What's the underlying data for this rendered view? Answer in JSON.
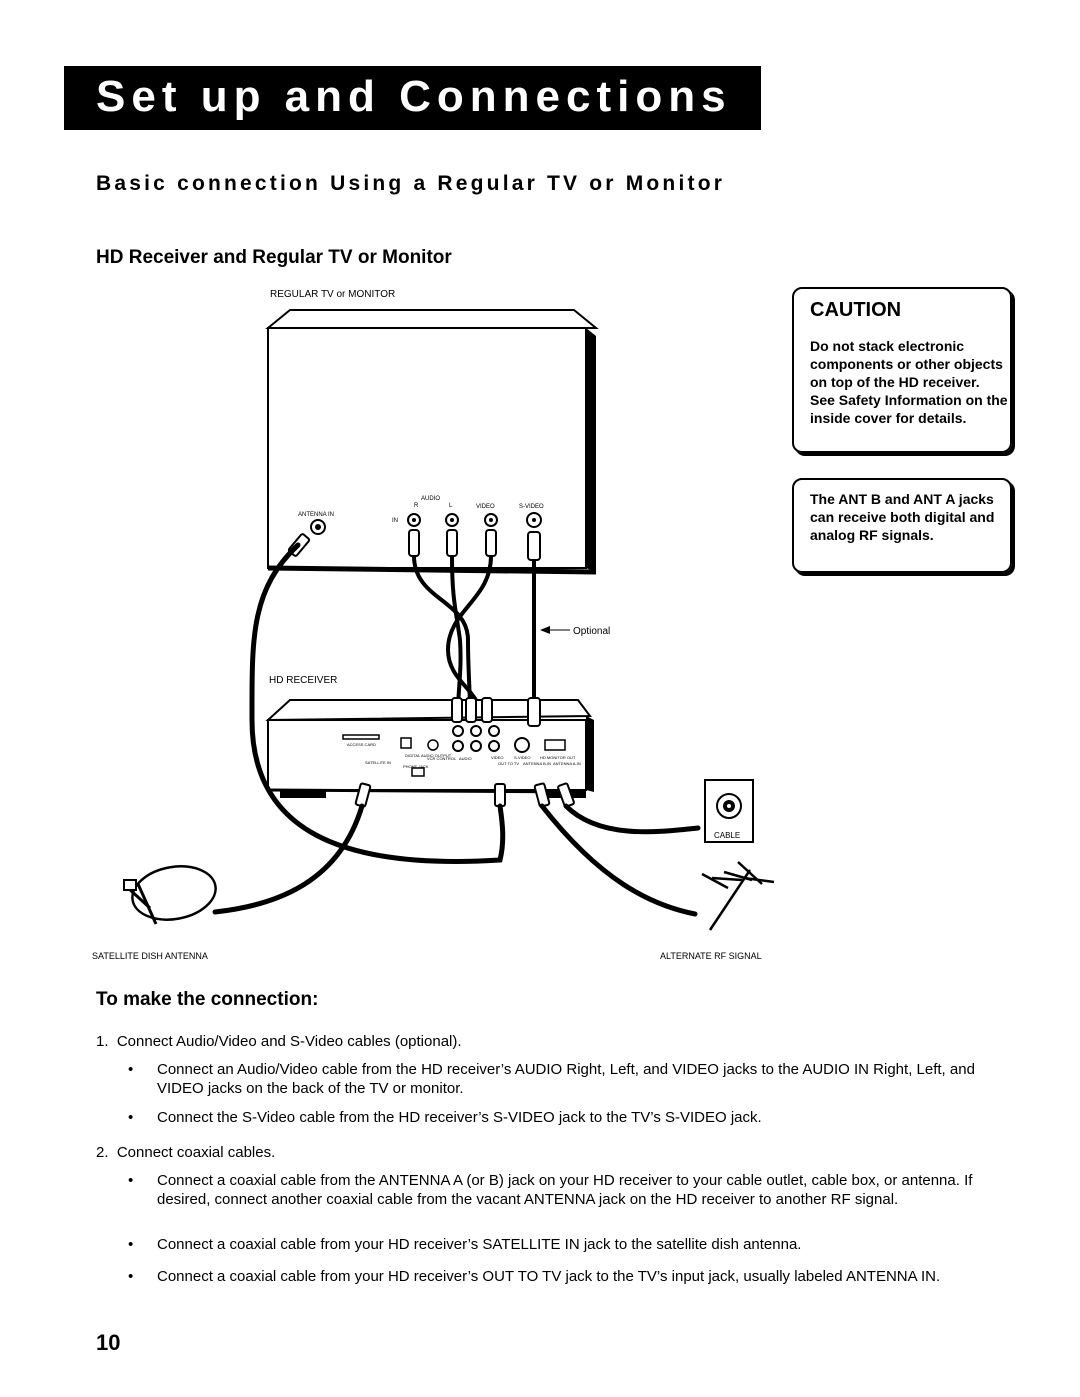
{
  "header": {
    "title": "Set up and Connections"
  },
  "section": {
    "heading": "Basic connection Using a Regular TV or Monitor",
    "subheading": "HD Receiver and Regular TV or Monitor"
  },
  "caution": {
    "title": "CAUTION",
    "text": "Do not stack electronic components or other objects on top of the HD receiver. See Safety Information on the inside cover for details."
  },
  "note": {
    "text": "The ANT B and ANT A jacks can receive both digital and analog RF signals."
  },
  "diagram": {
    "tv_label": "REGULAR TV or MONITOR",
    "tv_jacks": {
      "antenna_in": "ANTENNA IN",
      "in": "IN",
      "audio": "AUDIO",
      "r": "R",
      "l": "L",
      "video": "VIDEO",
      "s_video": "S-VIDEO"
    },
    "optional": "Optional",
    "receiver_label": "HD RECEIVER",
    "receiver_jacks": {
      "access_card": "ACCESS CARD",
      "satellite_in": "SATELLITE IN",
      "digital_audio_output": "DIGITAL AUDIO OUTPUT",
      "vcr_control": "VCR CONTROL",
      "phone_jack": "PHONE JACK",
      "audio": "AUDIO",
      "video": "VIDEO",
      "s_video": "S-VIDEO",
      "out_to_tv": "OUT TO TV",
      "antenna_b": "ANTENNA B-IN",
      "antenna_a": "ANTENNA A-IN",
      "hd_monitor_out": "HD MONITOR OUT"
    },
    "cable_label": "CABLE",
    "satellite_label": "SATELLITE DISH ANTENNA",
    "rf_label": "ALTERNATE RF SIGNAL"
  },
  "connection": {
    "heading": "To make the connection:",
    "step1": "1.  Connect Audio/Video and S-Video cables (optional).",
    "step1_bullets": [
      "Connect an Audio/Video cable from the HD receiver’s AUDIO Right, Left, and VIDEO jacks to the AUDIO IN Right, Left, and VIDEO jacks on the back of the TV or monitor.",
      "Connect the S-Video cable from the HD receiver’s S-VIDEO jack to the TV’s S-VIDEO jack."
    ],
    "step2": "2.  Connect coaxial cables.",
    "step2_bullets": [
      "Connect a coaxial cable from the ANTENNA A (or B) jack on your HD receiver to your cable outlet, cable box, or antenna. If desired, connect another coaxial cable from the vacant ANTENNA jack on the HD receiver to another RF signal.",
      "Connect a coaxial cable from your HD receiver’s SATELLITE IN jack to the satellite dish antenna.",
      "Connect a coaxial cable from your HD receiver’s OUT TO TV jack to the TV’s input jack, usually labeled ANTENNA IN."
    ],
    "bullet_char": "•"
  },
  "page": {
    "number": "10"
  }
}
